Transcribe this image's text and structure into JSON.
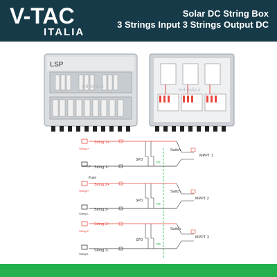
{
  "header": {
    "brand": "V-TAC",
    "brand_sub": "ITALIA",
    "title_line1": "Solar DC String Box",
    "title_line2": "3 Strings Input 3 Strings Output DC"
  },
  "product": {
    "brand_label": "LSP",
    "watermark": "led-italia.it"
  },
  "diagram": {
    "rows": [
      {
        "pos": "String 1+",
        "neg": "String 1-",
        "mppt": "MPPT 1",
        "icon_pos": "String1+",
        "icon_neg": "String1-"
      },
      {
        "pos": "String 2+",
        "neg": "String 2-",
        "mppt": "MPPT 2",
        "icon_pos": "String2+",
        "icon_neg": "String2-"
      },
      {
        "pos": "String 3+",
        "neg": "String 3-",
        "mppt": "MPPT 3",
        "icon_pos": "String3+",
        "icon_neg": "String3-"
      }
    ],
    "switch_label": "Switch",
    "spd_label": "SPD",
    "fuse_label": "Fuse",
    "pe_label": "PE"
  },
  "colors": {
    "header_bg": "#163a48",
    "footer_bg": "#22b14c",
    "wire_pos": "#e8453c",
    "wire_neg": "#333333",
    "earth": "#22b14c"
  }
}
